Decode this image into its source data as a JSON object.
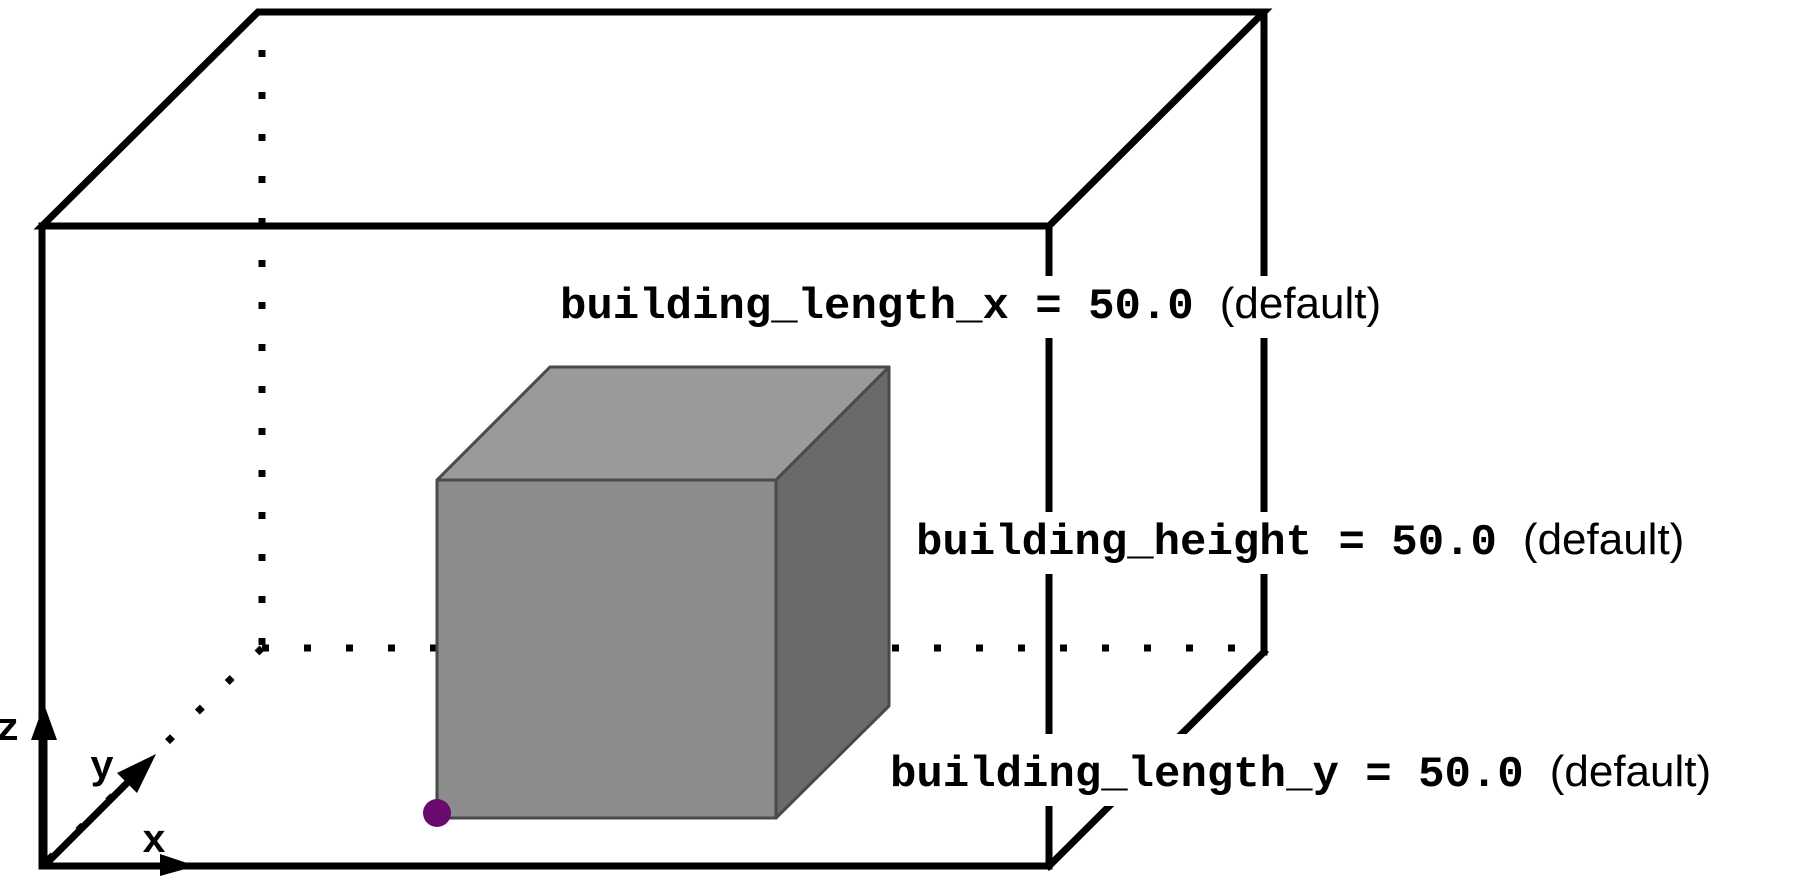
{
  "axes": {
    "x_label": "x",
    "y_label": "y",
    "z_label": "z"
  },
  "parameters": [
    {
      "name": "building_length_x",
      "value": "50.0",
      "note": "(default)"
    },
    {
      "name": "building_height",
      "value": "50.0",
      "note": "(default)"
    },
    {
      "name": "building_length_y",
      "value": "50.0",
      "note": "(default)"
    }
  ],
  "colors": {
    "frame": "#000000",
    "building_front": "#8c8c8c",
    "building_top": "#9a9a9a",
    "building_side": "#6a6a6a",
    "building_edge": "#4a4a4a",
    "origin_marker": "#6a0a6e"
  }
}
